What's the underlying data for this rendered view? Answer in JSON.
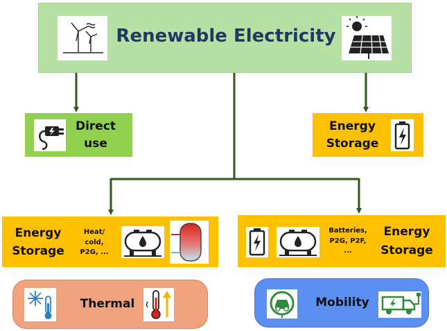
{
  "colors": {
    "top_fill": "#b7e1a4",
    "direct_fill": "#92d050",
    "storage_fill": "#ffc000",
    "thermal_fill": "#f0a37c",
    "mobility_fill": "#5b8ff2",
    "title_text": "#1f3864",
    "arrow": "#2e5a1a"
  },
  "top": {
    "title": "Renewable Electricity",
    "left_icon": "wind-turbines-icon",
    "right_icon": "solar-panel-icon"
  },
  "direct_use": {
    "line1": "Direct",
    "line2": "use",
    "icon": "power-plug-icon"
  },
  "storage_right": {
    "line1": "Energy",
    "line2": "Storage",
    "icon": "battery-icon"
  },
  "storage_thermal": {
    "line1": "Energy",
    "line2": "Storage",
    "details": [
      "Heat/",
      "cold,",
      "P2G, ..."
    ],
    "icons": [
      "gas-tank-icon",
      "hot-water-tank-icon"
    ]
  },
  "storage_mobility": {
    "line1": "Energy",
    "line2": "Storage",
    "details": [
      "Batteries,",
      "P2G, P2F,",
      "..."
    ],
    "icons": [
      "battery-icon",
      "gas-tank-icon"
    ]
  },
  "thermal": {
    "label": "Thermal",
    "icons": [
      "snowflake-thermometer-icon",
      "heat-thermometer-icon"
    ]
  },
  "mobility": {
    "label": "Mobility",
    "icons": [
      "electric-car-icon",
      "electric-truck-icon"
    ]
  }
}
